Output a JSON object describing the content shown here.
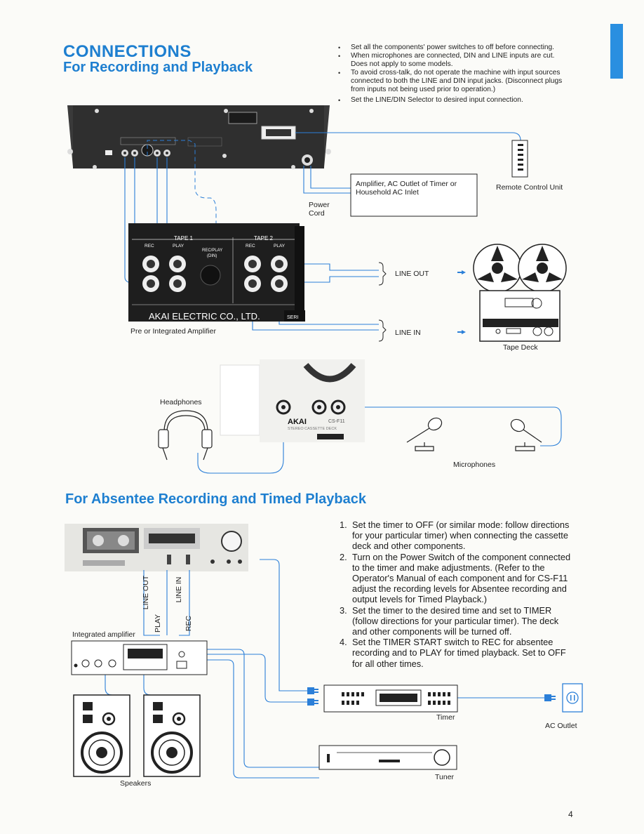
{
  "page": {
    "accent_color": "#1e7fd0",
    "wire_color": "#2b7fd8",
    "page_number": "4"
  },
  "section1": {
    "title": "CONNECTIONS",
    "subtitle": "For Recording and Playback",
    "bullets": [
      "Set all the components' power switches to off before connecting.",
      "When microphones are connected, DIN and LINE inputs are cut. Does not apply to some models.",
      "To avoid cross-talk, do not operate the machine with input sources connected to both the LINE and DIN input jacks. (Disconnect plugs from inputs not being used prior to operation.)",
      "Set the LINE/DIN Selector to desired input connection."
    ],
    "amp_box_label": "Amplifier, AC Outlet of Timer or Household AC Inlet",
    "remote_label": "Remote Control Unit",
    "power_cord_label": "Power Cord",
    "amp_panel": {
      "tape1": "TAPE 1",
      "tape2": "TAPE 2",
      "rec": "REC",
      "play": "PLAY",
      "recplay": "REC/PLAY",
      "din": "(DIN)",
      "maker": "AKAI ELECTRIC CO., LTD.",
      "seri": "SERI"
    },
    "line_out_label": "LINE OUT",
    "line_in_label": "LINE IN",
    "pre_amp_label": "Pre or Integrated Amplifier",
    "tape_deck_label": "Tape Deck",
    "headphones_label": "Headphones",
    "microphones_label": "Microphones",
    "deck_brand": "AKAI",
    "deck_model": "CS-F11",
    "deck_subtitle": "STEREO CASSETTE DECK"
  },
  "section2": {
    "title": "For Absentee Recording and Timed Playback",
    "steps": [
      "Set the timer to OFF (or similar mode: follow directions for your particular timer) when connecting the cassette deck and other components.",
      "Turn on the Power Switch of the component connected to the timer and make adjustments. (Refer to the Operator's Manual of each component and for CS-F11 adjust the recording levels for Absentee recording and output levels for Timed Playback.)",
      "Set the timer to the desired time and set to TIMER (follow directions for your particular timer). The deck and other components will be turned off.",
      "Set the TIMER START switch to REC for absentee recording and to PLAY for timed playback. Set to OFF for all other times."
    ],
    "line_out": "LINE OUT",
    "line_in": "LINE IN",
    "play": "PLAY",
    "rec": "REC",
    "integrated_amp_label": "Integrated amplifier",
    "speakers_label": "Speakers",
    "timer_label": "Timer",
    "tuner_label": "Tuner",
    "ac_outlet_label": "AC Outlet"
  }
}
